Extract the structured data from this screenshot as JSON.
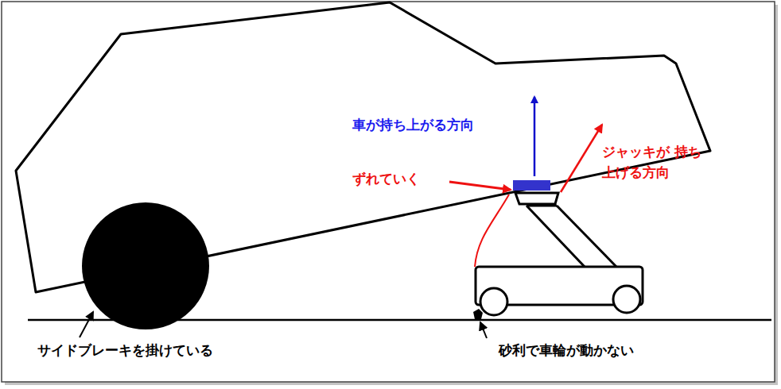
{
  "diagram": {
    "labels": [
      "車が持ち上がる方向",
      "ずれていく",
      "ジャッキが 持ち上げる方向",
      "サイドブレーキを掛けている",
      "砂利で車輪が動かない"
    ]
  }
}
